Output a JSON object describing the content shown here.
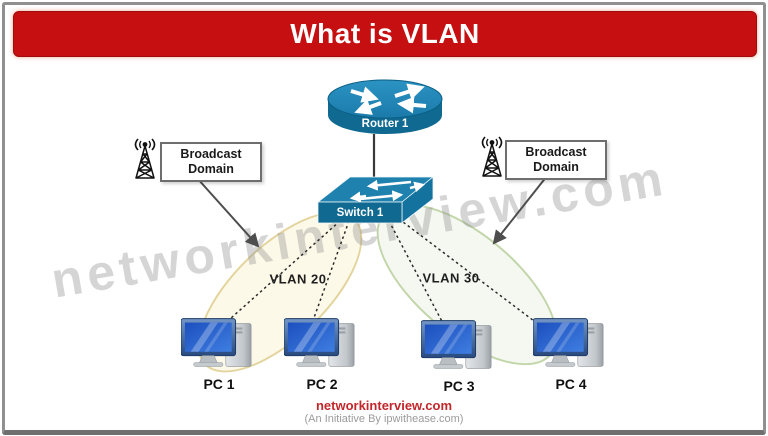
{
  "header": {
    "title": "What is VLAN"
  },
  "devices": {
    "router": {
      "label": "Router 1"
    },
    "switch": {
      "label": "Switch 1"
    }
  },
  "callouts": {
    "left": {
      "line1": "Broadcast",
      "line2": "Domain"
    },
    "right": {
      "line1": "Broadcast",
      "line2": "Domain"
    }
  },
  "vlans": {
    "vlan20": {
      "label": "VLAN 20"
    },
    "vlan30": {
      "label": "VLAN 30"
    }
  },
  "pcs": [
    {
      "label": "PC 1"
    },
    {
      "label": "PC 2"
    },
    {
      "label": "PC 3"
    },
    {
      "label": "PC 4"
    }
  ],
  "watermark": {
    "text": "networkinterview.com"
  },
  "footer": {
    "site": "networkinterview.com",
    "tagline": "(An Initiative By ipwithease.com)"
  },
  "colors": {
    "banner_red": "#c50f11",
    "device_teal_dark": "#0f6990",
    "device_teal_light": "#2186b4",
    "vlan20_fill": "#fbf4d7",
    "vlan20_border": "#e0d096",
    "vlan30_fill": "#eaf2e1",
    "vlan30_border": "#b8cf9c",
    "footer_red": "#c2272b",
    "watermark_gray": "#919191"
  }
}
